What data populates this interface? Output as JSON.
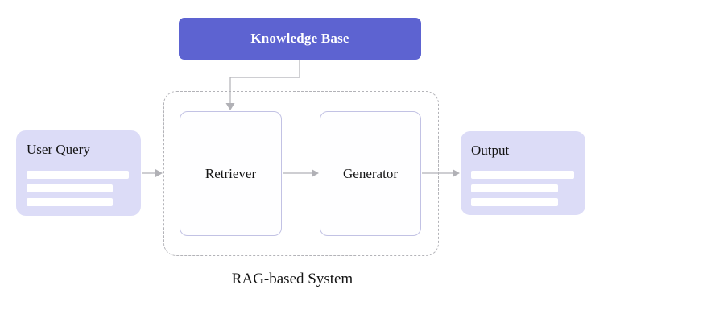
{
  "diagram": {
    "caption": "RAG-based System",
    "knowledge_base": {
      "label": "Knowledge Base"
    },
    "user_query": {
      "label": "User Query",
      "placeholder_bars": 3
    },
    "retriever": {
      "label": "Retriever"
    },
    "generator": {
      "label": "Generator"
    },
    "output": {
      "label": "Output",
      "placeholder_bars": 3
    },
    "colors": {
      "accent": "#5d63d1",
      "accent_text": "#ffffff",
      "card_bg": "#dcdcf7",
      "node_bg": "#fefeff",
      "node_border": "#c2c2e4",
      "connector": "#b1b1b6",
      "dashed_border": "#b3b3b8",
      "text": "#141414"
    }
  }
}
